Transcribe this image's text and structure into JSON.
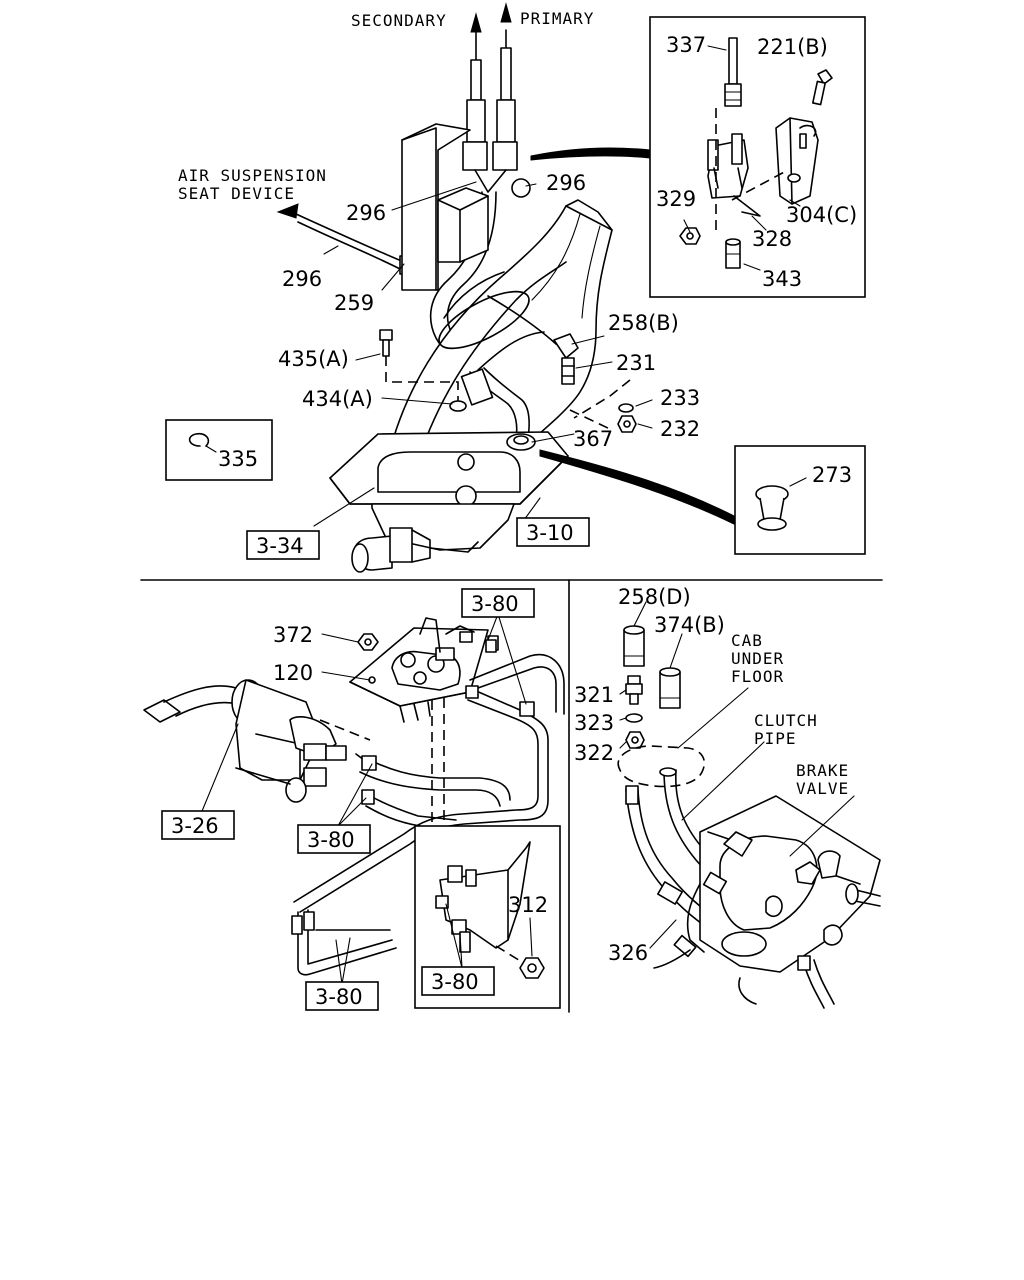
{
  "labels": {
    "secondary": "SECONDARY",
    "primary": "PRIMARY",
    "air_suspension_1": "AIR SUSPENSION",
    "air_suspension_2": "SEAT DEVICE",
    "cab_1": "CAB",
    "cab_2": "UNDER",
    "cab_3": "FLOOR",
    "clutch_1": "CLUTCH",
    "clutch_2": "PIPE",
    "brake_1": "BRAKE",
    "brake_2": "VALVE"
  },
  "callouts": {
    "p337": "337",
    "p221b": "221(B)",
    "p329": "329",
    "p304c": "304(C)",
    "p328": "328",
    "p343": "343",
    "p296a": "296",
    "p296b": "296",
    "p296c": "296",
    "p259": "259",
    "p258b": "258(B)",
    "p231": "231",
    "p435a": "435(A)",
    "p434a": "434(A)",
    "p233": "233",
    "p232": "232",
    "p367": "367",
    "p335": "335",
    "p273": "273",
    "p372": "372",
    "p120": "120",
    "p258d": "258(D)",
    "p374b": "374(B)",
    "p321": "321",
    "p323": "323",
    "p322": "322",
    "p312": "312",
    "p326": "326"
  },
  "references": {
    "r334": "3-34",
    "r310": "3-10",
    "r380a": "3-80",
    "r326": "3-26",
    "r380b": "3-80",
    "r380c": "3-80",
    "r380d": "3-80"
  }
}
